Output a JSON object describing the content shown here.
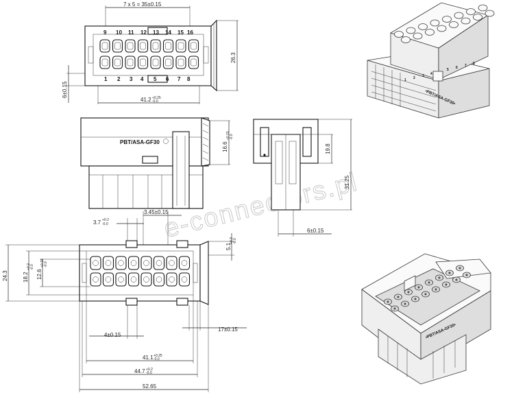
{
  "watermark": "e-connectors.pl",
  "top_view": {
    "pin_labels_top": [
      "9",
      "10",
      "11",
      "12",
      "13",
      "14",
      "15",
      "16"
    ],
    "pin_labels_bottom": [
      "1",
      "2",
      "3",
      "4",
      "5",
      "6",
      "7",
      "8"
    ],
    "dim_pitch": "7 x 5 = 35±0.15",
    "dim_width": "41.2",
    "dim_width_tol_upper": "+0.25",
    "dim_width_tol_lower": "-0.0",
    "dim_height": "26.3",
    "dim_offset": "6±0.15"
  },
  "side_view": {
    "material": "PBT/ASA-GF30",
    "dim_height": "16.6",
    "dim_height_tol_upper": "+0.15",
    "dim_height_tol_lower": "-0.0"
  },
  "end_view": {
    "dim_inner": "19.8",
    "dim_total": "31.25",
    "dim_width": "6±0.15"
  },
  "bottom_view": {
    "dim_37": "3.7",
    "dim_37_tol_upper": "+0.2",
    "dim_37_tol_lower": "-0.0",
    "dim_345": "3.45±0.15",
    "dim_51": "5.1",
    "dim_51_tol_upper": "+0.3",
    "dim_51_tol_lower": "-0.0",
    "dim_243": "24.3",
    "dim_182": "18.2",
    "dim_182_tol_upper": "+0.2",
    "dim_182_tol_lower": "-0.0",
    "dim_126": "12.6",
    "dim_126_tol_upper": "+0.15",
    "dim_126_tol_lower": "-0.0",
    "dim_4": "4±0.15",
    "dim_17": "17±0.15",
    "dim_411": "41.1",
    "dim_411_tol_upper": "+0.25",
    "dim_411_tol_lower": "-0.0",
    "dim_447": "44.7",
    "dim_447_tol_upper": "+0.2",
    "dim_447_tol_lower": "-0.0",
    "dim_5265": "52.65"
  },
  "iso_top": {
    "material": "•PBT/ASA-GF30•",
    "pin_numbers": [
      "1",
      "2",
      "3",
      "4",
      "5",
      "6",
      "7",
      "8"
    ]
  },
  "iso_bottom": {
    "material": "•PBT/ASA-GF30•"
  }
}
